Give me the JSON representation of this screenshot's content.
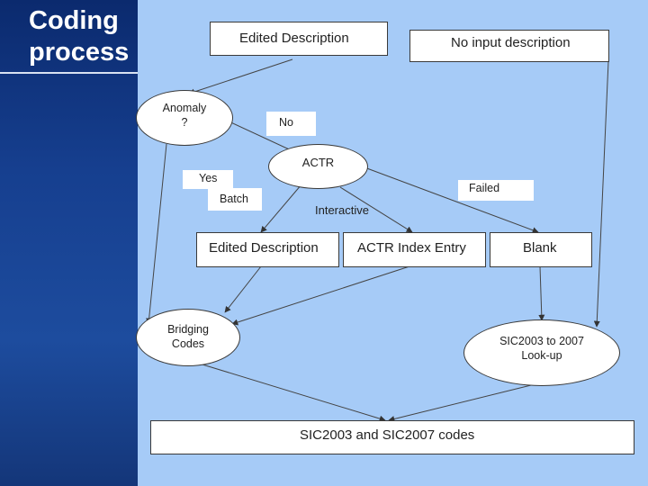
{
  "slide": {
    "title_line1": "Coding",
    "title_line2": "process"
  },
  "diagram": {
    "edited_description_top": "Edited Description",
    "no_input_description": "No input description",
    "anomaly_line1": "Anomaly",
    "anomaly_line2": "?",
    "no_label": "No",
    "actr": "ACTR",
    "yes_label": "Yes",
    "failed_label": "Failed",
    "batch_label": "Batch",
    "interactive_label": "Interactive",
    "edited_description_mid": "Edited Description",
    "actr_index_entry": "ACTR Index Entry",
    "blank": "Blank",
    "bridging_line1": "Bridging",
    "bridging_line2": "Codes",
    "sic_lookup_line1": "SIC2003 to 2007",
    "sic_lookup_line2": "Look-up",
    "sic_codes": "SIC2003 and SIC2007 codes"
  },
  "colors": {
    "background_dark_blue": "#1b3f86",
    "diagram_background": "#a6cbf7",
    "box_fill": "#ffffff",
    "title_text": "#ffffff"
  }
}
